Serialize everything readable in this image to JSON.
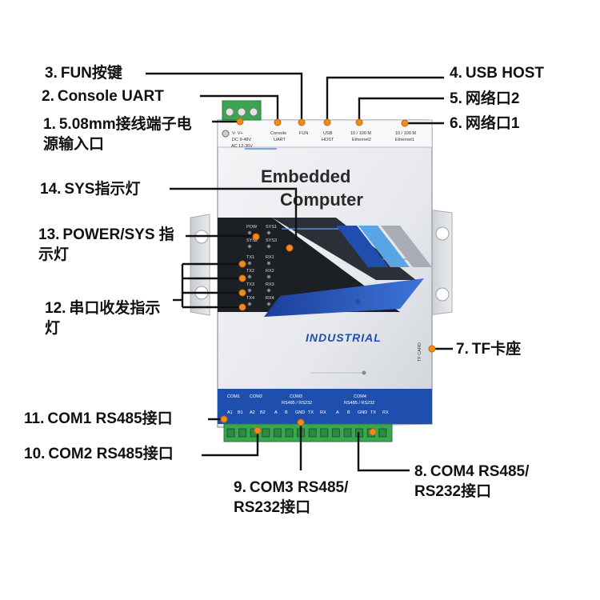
{
  "device": {
    "brand_line1": "Embedded",
    "brand_line2": "Computer",
    "industrial": "INDUSTRIAL",
    "tf_card_label": "TF CARD",
    "top_ports": [
      {
        "label": "V-  V+"
      },
      {
        "label": "DC 9-48V"
      },
      {
        "label": "AC 12-36V"
      },
      {
        "label": "Console"
      },
      {
        "label": "UART"
      },
      {
        "label": "FUN"
      },
      {
        "label": "USB"
      },
      {
        "label": "HOST"
      },
      {
        "label": "10 / 100 M"
      },
      {
        "label": "Ethernet2"
      },
      {
        "label": "10 / 100 M"
      },
      {
        "label": "Ethernet1"
      }
    ],
    "leds": [
      {
        "label": "POW"
      },
      {
        "label": "SYS1"
      },
      {
        "label": "SYS2"
      },
      {
        "label": "SYS3"
      },
      {
        "label": "TX1"
      },
      {
        "label": "RX1"
      },
      {
        "label": "TX2"
      },
      {
        "label": "RX2"
      },
      {
        "label": "TX3"
      },
      {
        "label": "RX3"
      },
      {
        "label": "TX4"
      },
      {
        "label": "RX4"
      }
    ],
    "bottom_groups": [
      {
        "label": "COM1"
      },
      {
        "label": "COM2"
      },
      {
        "label": "COM3"
      },
      {
        "label": "RS485 / RS232"
      },
      {
        "label": "COM4"
      },
      {
        "label": "RS485 / RS232"
      }
    ],
    "bottom_pins": [
      "A1",
      "B1",
      "A2",
      "B2",
      "A",
      "B",
      "GND",
      "TX",
      "RX",
      "A",
      "B",
      "GND",
      "TX",
      "RX"
    ]
  },
  "callouts": {
    "c1": {
      "number": "1.",
      "text": "5.08mm接线端子电源输入口"
    },
    "c2": {
      "number": "2.",
      "text": "Console UART"
    },
    "c3": {
      "number": "3.",
      "text": "FUN按键"
    },
    "c4": {
      "number": "4.",
      "text": "USB HOST"
    },
    "c5": {
      "number": "5.",
      "text": "网络口2"
    },
    "c6": {
      "number": "6.",
      "text": "网络口1"
    },
    "c7": {
      "number": "7.",
      "text": "TF卡座"
    },
    "c8": {
      "number": "8.",
      "text": "COM4 RS485/ RS232接口"
    },
    "c9": {
      "number": "9.",
      "text": "COM3 RS485/ RS232接口"
    },
    "c10": {
      "number": "10.",
      "text": "COM2 RS485接口"
    },
    "c11": {
      "number": "11.",
      "text": "COM1 RS485接口"
    },
    "c12": {
      "number": "12.",
      "text": "串口收发指示灯"
    },
    "c13": {
      "number": "13.",
      "text": "POWER/SYS 指示灯"
    },
    "c14": {
      "number": "14.",
      "text": "SYS指示灯"
    }
  },
  "colors": {
    "accent_orange": "#f08a1c",
    "brand_blue": "#1f4fae",
    "panel_dark": "#1c1f24",
    "terminal_green": "#3aa650"
  }
}
